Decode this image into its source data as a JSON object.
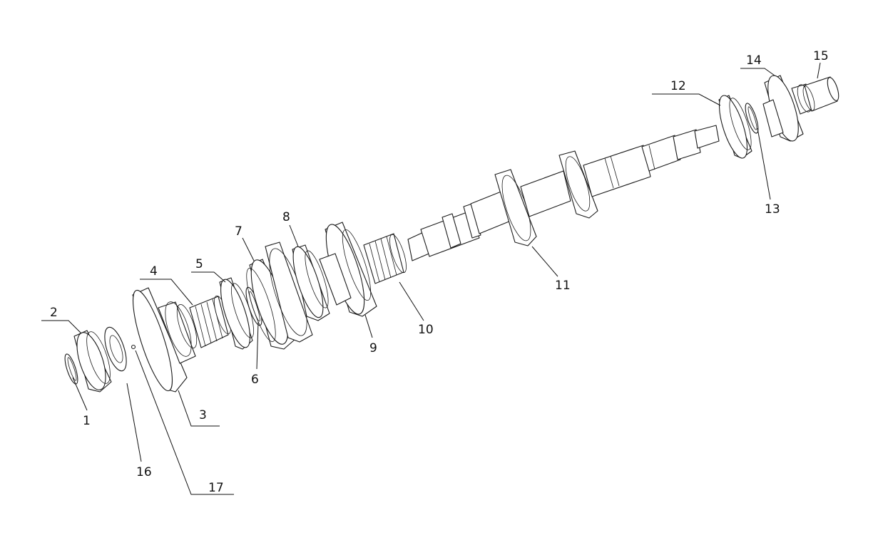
{
  "diagram": {
    "part_labels": [
      {
        "id": "1",
        "text": "1"
      },
      {
        "id": "2",
        "text": "2"
      },
      {
        "id": "3",
        "text": "3"
      },
      {
        "id": "4",
        "text": "4"
      },
      {
        "id": "5",
        "text": "5"
      },
      {
        "id": "6",
        "text": "6"
      },
      {
        "id": "7",
        "text": "7"
      },
      {
        "id": "8",
        "text": "8"
      },
      {
        "id": "9",
        "text": "9"
      },
      {
        "id": "10",
        "text": "10"
      },
      {
        "id": "11",
        "text": "11"
      },
      {
        "id": "12",
        "text": "12"
      },
      {
        "id": "13",
        "text": "13"
      },
      {
        "id": "14",
        "text": "14"
      },
      {
        "id": "15",
        "text": "15"
      },
      {
        "id": "16",
        "text": "16"
      },
      {
        "id": "17",
        "text": "17"
      }
    ]
  }
}
